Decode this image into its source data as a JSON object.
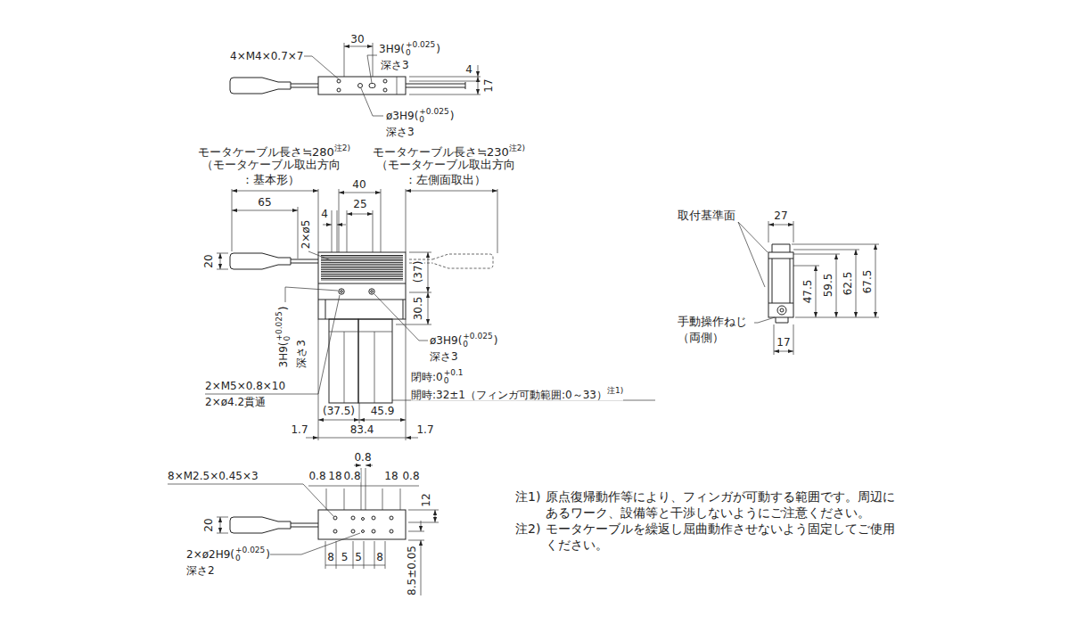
{
  "diagram": {
    "labels": [
      "4×M4×0.7×7",
      "30",
      "3H9(",
      "+0.025",
      "0",
      ")",
      "深さ3",
      "4",
      "17",
      "ø3H9(",
      "+0.025",
      "0",
      ")",
      "深さ3",
      "モータケーブル長さ≒280",
      "注2)",
      "（モータケーブル取出方向 ：基本形）",
      "モータケーブル長さ≒230",
      "注2)",
      "（モータケーブル取出方向 ：左側面取出）",
      "65",
      "40",
      "4",
      "25",
      "2×ø5",
      "20",
      "(37)",
      "30.5",
      "3H9(",
      "+0.025",
      "0",
      ")",
      "深さ3",
      "ø3H9(",
      "+0.025",
      "0",
      ")",
      "深さ3",
      "2×M5×0.8×10",
      "2×ø4.2貫通",
      "閉時:",
      "0",
      "+0.1",
      "0",
      "開時:32±1（フィンガ可動範囲:0～33）",
      "注1)",
      "(37.5)",
      "45.9",
      "1.7",
      "83.4",
      "1.7",
      "取付基準面",
      "27",
      "47.5",
      "59.5",
      "62.5",
      "67.5",
      "手動操作ねじ （両側）",
      "17",
      "0.8",
      "8×M2.5×0.45×3",
      "0.8",
      "18",
      "0.8",
      "18",
      "0.8",
      "20",
      "12",
      "2×ø2H9(",
      "+0.025",
      "0",
      ")",
      "深さ2",
      "8",
      "5",
      "5",
      "8",
      "8.5±0.05",
      "注1)",
      "原点復帰動作等により、フィンガが可動する範囲です。周辺に あるワーク、設備等と干渉しないようにご注意ください。",
      "注2)",
      "モータケーブルを繰返し屈曲動作させないよう固定してご使用 ください。"
    ]
  }
}
